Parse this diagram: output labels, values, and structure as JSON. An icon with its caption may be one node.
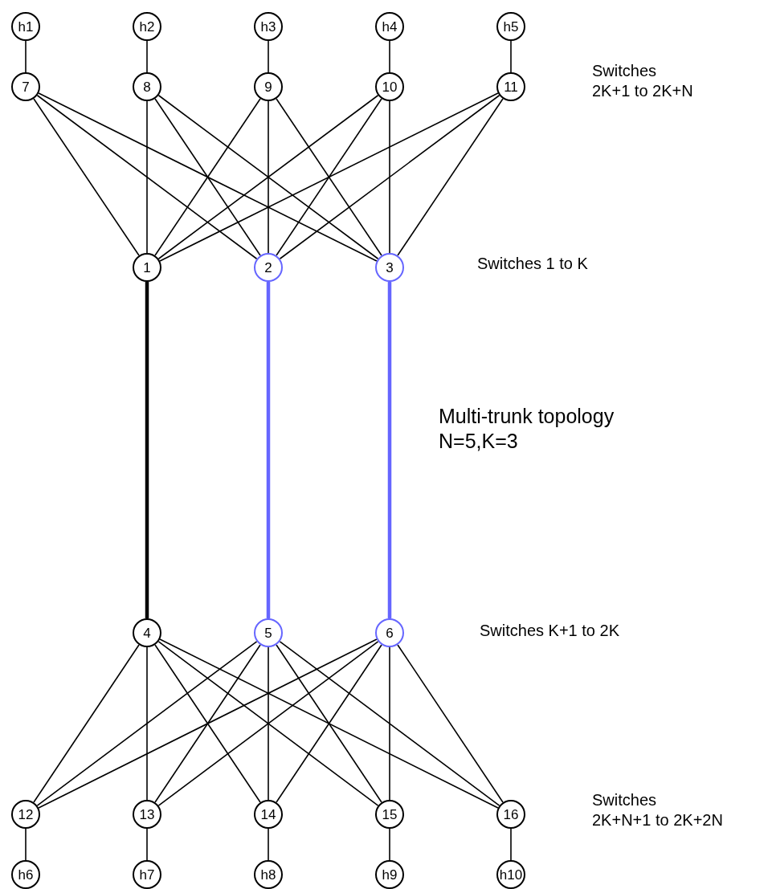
{
  "diagram": {
    "nodes": [
      {
        "text": [
          "h1"
        ]
      },
      {
        "text": [
          "h2"
        ]
      },
      {
        "text": [
          "h3"
        ]
      },
      {
        "text": [
          "h4"
        ]
      },
      {
        "text": [
          "h5"
        ]
      },
      {
        "text": [
          "7"
        ]
      },
      {
        "text": [
          "8"
        ]
      },
      {
        "text": [
          "9"
        ]
      },
      {
        "text": [
          "10"
        ]
      },
      {
        "text": [
          "11"
        ]
      },
      {
        "text": [
          "1"
        ]
      },
      {
        "text": [
          "2"
        ]
      },
      {
        "text": [
          "3"
        ]
      },
      {
        "text": [
          "4"
        ]
      },
      {
        "text": [
          "5"
        ]
      },
      {
        "text": [
          "6"
        ]
      },
      {
        "text": [
          "12"
        ]
      },
      {
        "text": [
          "13"
        ]
      },
      {
        "text": [
          "14"
        ]
      },
      {
        "text": [
          "15"
        ]
      },
      {
        "text": [
          "16"
        ]
      },
      {
        "text": [
          "h6"
        ]
      },
      {
        "text": [
          "h7"
        ]
      },
      {
        "text": [
          "h8"
        ]
      },
      {
        "text": [
          "h9"
        ]
      },
      {
        "text": [
          "h10"
        ]
      }
    ],
    "edges": [
      {
        "from": 0,
        "to": 5,
        "arrow": "none"
      },
      {
        "from": 1,
        "to": 6,
        "arrow": "none"
      },
      {
        "from": 2,
        "to": 7,
        "arrow": "none"
      },
      {
        "from": 3,
        "to": 8,
        "arrow": "none"
      },
      {
        "from": 4,
        "to": 9,
        "arrow": "none"
      },
      {
        "from": 5,
        "to": 10,
        "arrow": "none"
      },
      {
        "from": 5,
        "to": 11,
        "arrow": "none"
      },
      {
        "from": 5,
        "to": 12,
        "arrow": "none"
      },
      {
        "from": 6,
        "to": 10,
        "arrow": "none"
      },
      {
        "from": 6,
        "to": 11,
        "arrow": "none"
      },
      {
        "from": 6,
        "to": 12,
        "arrow": "none"
      },
      {
        "from": 7,
        "to": 10,
        "arrow": "none"
      },
      {
        "from": 7,
        "to": 11,
        "arrow": "none"
      },
      {
        "from": 7,
        "to": 12,
        "arrow": "none"
      },
      {
        "from": 8,
        "to": 10,
        "arrow": "none"
      },
      {
        "from": 8,
        "to": 11,
        "arrow": "none"
      },
      {
        "from": 8,
        "to": 12,
        "arrow": "none"
      },
      {
        "from": 9,
        "to": 10,
        "arrow": "none"
      },
      {
        "from": 9,
        "to": 11,
        "arrow": "none"
      },
      {
        "from": 9,
        "to": 12,
        "arrow": "none"
      },
      {
        "from": 10,
        "to": 13,
        "arrow": "none",
        "style": "thick"
      },
      {
        "from": 11,
        "to": 14,
        "arrow": "none",
        "style": "thick",
        "color": "#6666ff"
      },
      {
        "from": 12,
        "to": 15,
        "arrow": "none",
        "style": "thick",
        "color": "#6666ff"
      },
      {
        "from": 13,
        "to": 16,
        "arrow": "none"
      },
      {
        "from": 13,
        "to": 17,
        "arrow": "none"
      },
      {
        "from": 13,
        "to": 18,
        "arrow": "none"
      },
      {
        "from": 13,
        "to": 19,
        "arrow": "none"
      },
      {
        "from": 13,
        "to": 20,
        "arrow": "none"
      },
      {
        "from": 14,
        "to": 16,
        "arrow": "none"
      },
      {
        "from": 14,
        "to": 17,
        "arrow": "none"
      },
      {
        "from": 14,
        "to": 18,
        "arrow": "none"
      },
      {
        "from": 14,
        "to": 19,
        "arrow": "none"
      },
      {
        "from": 14,
        "to": 20,
        "arrow": "none"
      },
      {
        "from": 15,
        "to": 16,
        "arrow": "none"
      },
      {
        "from": 15,
        "to": 17,
        "arrow": "none"
      },
      {
        "from": 15,
        "to": 18,
        "arrow": "none"
      },
      {
        "from": 15,
        "to": 19,
        "arrow": "none"
      },
      {
        "from": 15,
        "to": 20,
        "arrow": "none"
      },
      {
        "from": 16,
        "to": 21,
        "arrow": "none"
      },
      {
        "from": 17,
        "to": 22,
        "arrow": "none"
      },
      {
        "from": 18,
        "to": 23,
        "arrow": "none"
      },
      {
        "from": 19,
        "to": 24,
        "arrow": "none"
      },
      {
        "from": 20,
        "to": 25,
        "arrow": "none"
      }
    ],
    "labels": [
      "Switches 2K+1 to 2K+N",
      "Switches 1 to K",
      "Multi-trunk topology N=5,K=3",
      "Switches K+1 to 2K",
      "Switches 2K+N+1 to 2K+2N"
    ]
  }
}
